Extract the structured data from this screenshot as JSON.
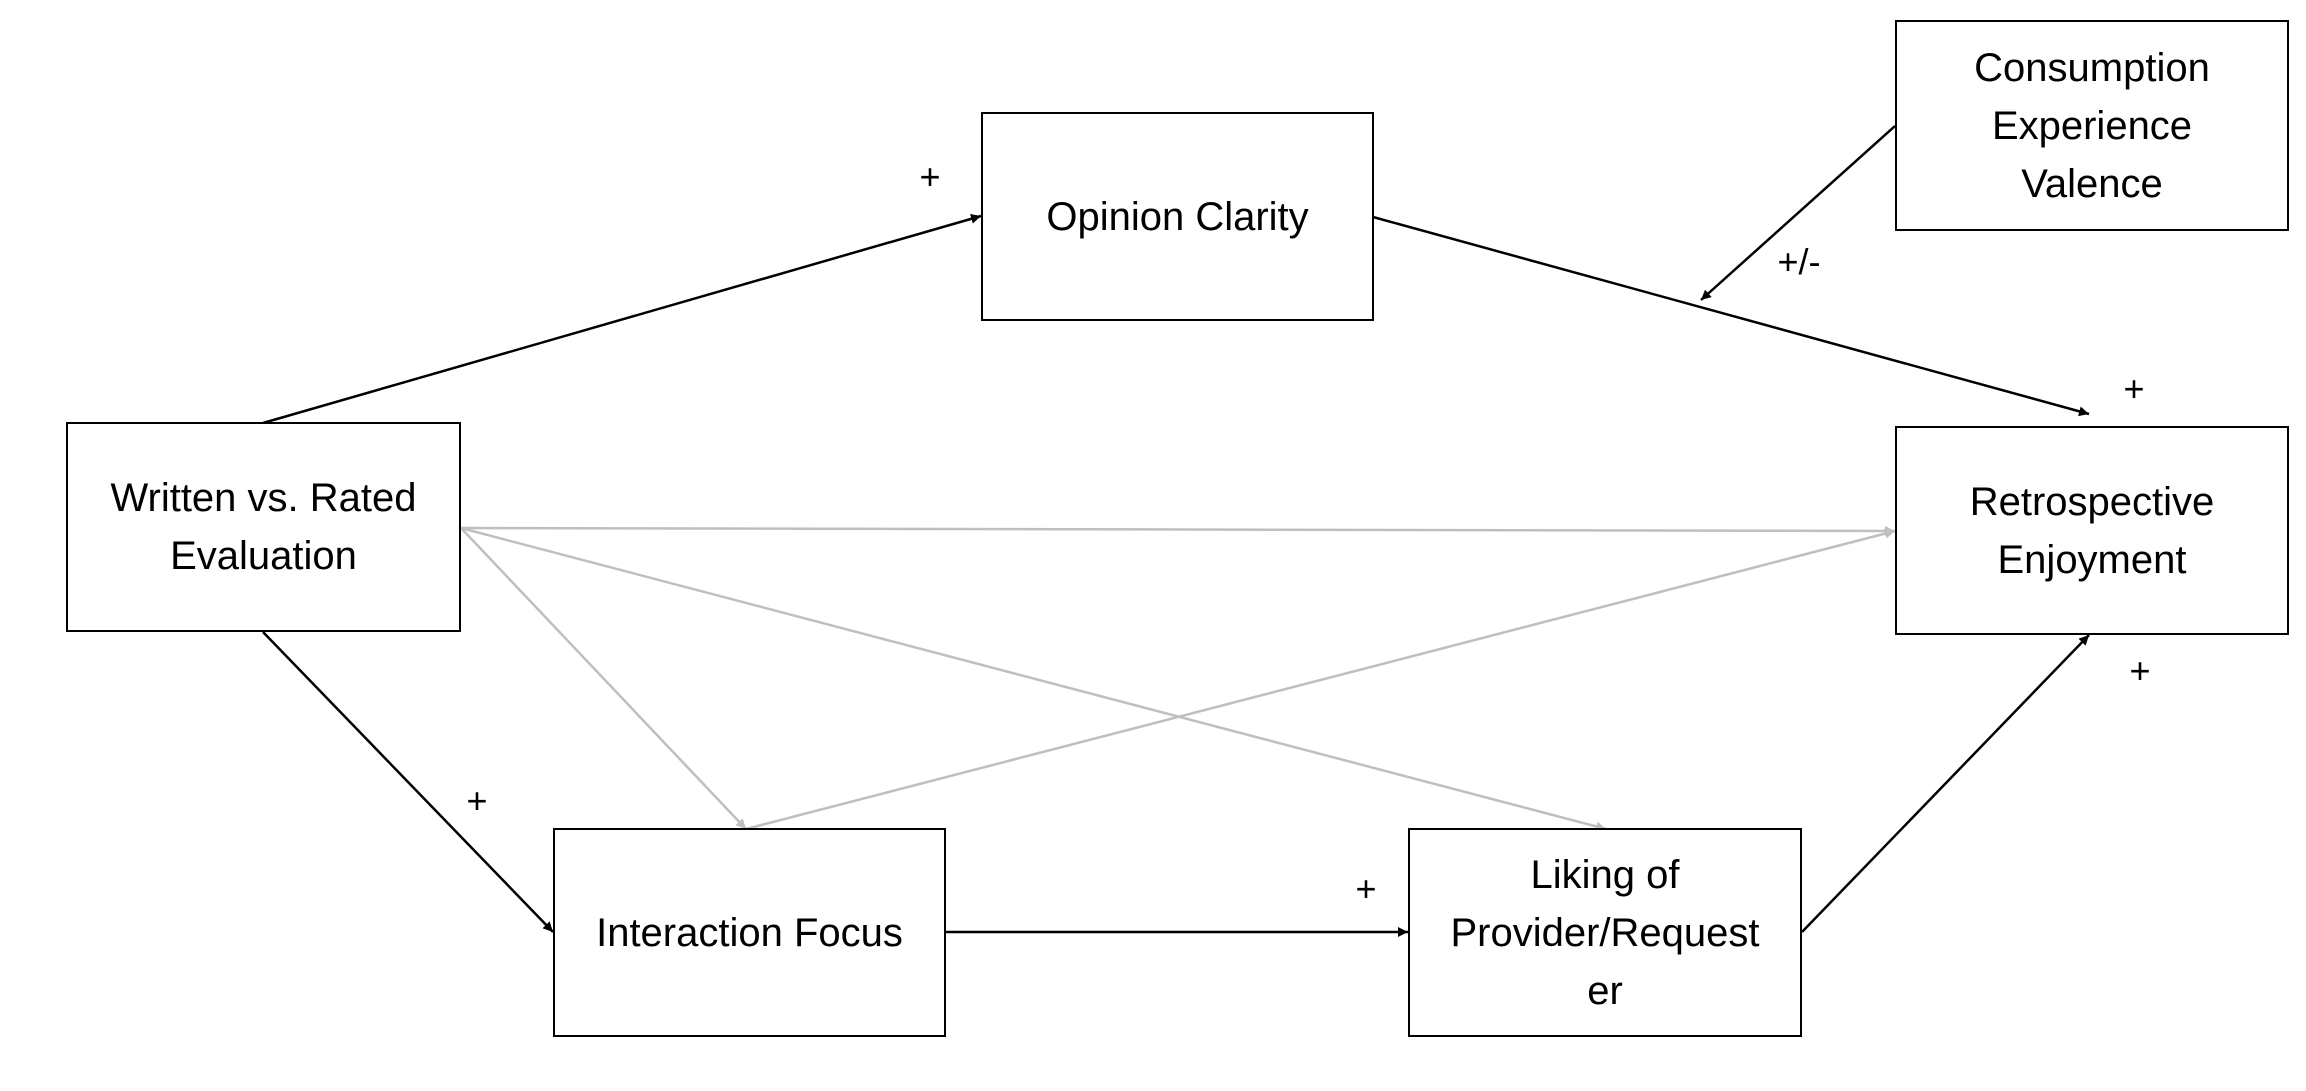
{
  "nodes": {
    "written_rated": "Written vs. Rated Evaluation",
    "opinion_clarity": "Opinion Clarity",
    "consumption_valence": "Consumption Experience Valence",
    "retrospective_enjoyment": "Retrospective Enjoyment",
    "interaction_focus": "Interaction Focus",
    "liking": "Liking of Provider/Request er"
  },
  "paths": [
    {
      "from": "written_rated",
      "to": "opinion_clarity",
      "sign": "+",
      "style": "solid"
    },
    {
      "from": "opinion_clarity",
      "to": "retrospective_enjoyment",
      "sign": "+",
      "style": "solid"
    },
    {
      "from": "consumption_valence",
      "to": "opinion_clarity-retrospective_enjoyment",
      "sign": "+/-",
      "style": "solid"
    },
    {
      "from": "written_rated",
      "to": "interaction_focus",
      "sign": "+",
      "style": "solid"
    },
    {
      "from": "interaction_focus",
      "to": "liking",
      "sign": "+",
      "style": "solid"
    },
    {
      "from": "liking",
      "to": "retrospective_enjoyment",
      "sign": "+",
      "style": "solid"
    },
    {
      "from": "written_rated",
      "to": "retrospective_enjoyment",
      "sign": "",
      "style": "gray"
    },
    {
      "from": "written_rated",
      "to": "interaction_focus",
      "sign": "",
      "style": "gray"
    },
    {
      "from": "written_rated",
      "to": "liking",
      "sign": "",
      "style": "gray"
    },
    {
      "from": "interaction_focus",
      "to": "retrospective_enjoyment",
      "sign": "",
      "style": "gray"
    }
  ],
  "colors": {
    "primary_line": "#000000",
    "secondary_line": "#bfbfbf"
  }
}
